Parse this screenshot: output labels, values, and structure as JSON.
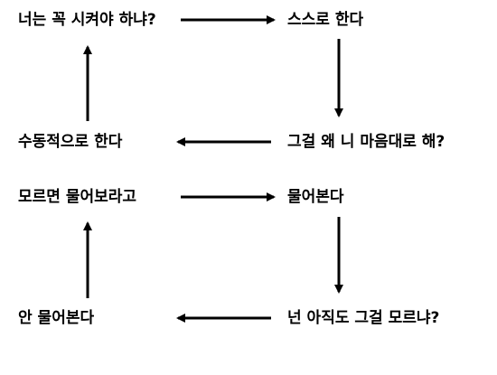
{
  "nodes": {
    "n1": "너는 꼭 시켜야 하냐?",
    "n2": "스스로 한다",
    "n3": "그걸 왜 니 마음대로 해?",
    "n4": "수동적으로 한다",
    "n5": "모르면 물어보라고",
    "n6": "물어본다",
    "n7": "넌 아직도 그걸 모르냐?",
    "n8": "안 물어본다"
  },
  "colors": {
    "text": "#000000",
    "arrow": "#000000",
    "background": "#ffffff"
  }
}
